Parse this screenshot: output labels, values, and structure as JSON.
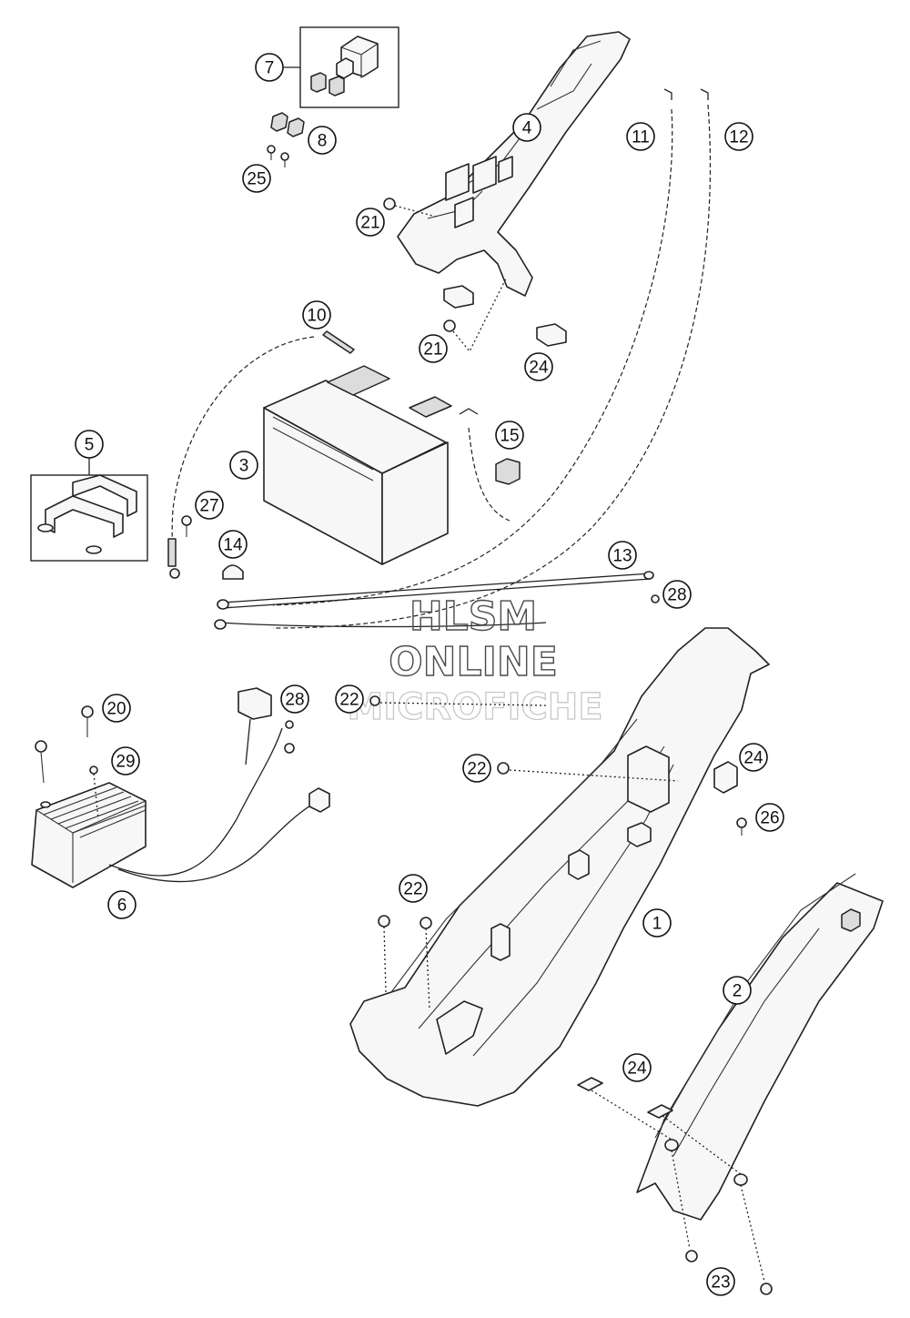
{
  "diagram": {
    "callouts": [
      {
        "id": "c7",
        "label": "7"
      },
      {
        "id": "c8",
        "label": "8"
      },
      {
        "id": "c25",
        "label": "25"
      },
      {
        "id": "c4",
        "label": "4"
      },
      {
        "id": "c11",
        "label": "11"
      },
      {
        "id": "c12",
        "label": "12"
      },
      {
        "id": "c21a",
        "label": "21"
      },
      {
        "id": "c21b",
        "label": "21"
      },
      {
        "id": "c24a",
        "label": "24"
      },
      {
        "id": "c10",
        "label": "10"
      },
      {
        "id": "c3",
        "label": "3"
      },
      {
        "id": "c15",
        "label": "15"
      },
      {
        "id": "c5",
        "label": "5"
      },
      {
        "id": "c27",
        "label": "27"
      },
      {
        "id": "c14",
        "label": "14"
      },
      {
        "id": "c13",
        "label": "13"
      },
      {
        "id": "c28a",
        "label": "28"
      },
      {
        "id": "c20",
        "label": "20"
      },
      {
        "id": "c29",
        "label": "29"
      },
      {
        "id": "c28b",
        "label": "28"
      },
      {
        "id": "c22a",
        "label": "22"
      },
      {
        "id": "c22b",
        "label": "22"
      },
      {
        "id": "c24b",
        "label": "24"
      },
      {
        "id": "c26",
        "label": "26"
      },
      {
        "id": "c6",
        "label": "6"
      },
      {
        "id": "c22c",
        "label": "22"
      },
      {
        "id": "c1",
        "label": "1"
      },
      {
        "id": "c2",
        "label": "2"
      },
      {
        "id": "c24c",
        "label": "24"
      },
      {
        "id": "c23",
        "label": "23"
      }
    ],
    "watermark": {
      "line1": "HLSM",
      "line2": "ONLINE",
      "line3": "MICROFICHE"
    }
  }
}
